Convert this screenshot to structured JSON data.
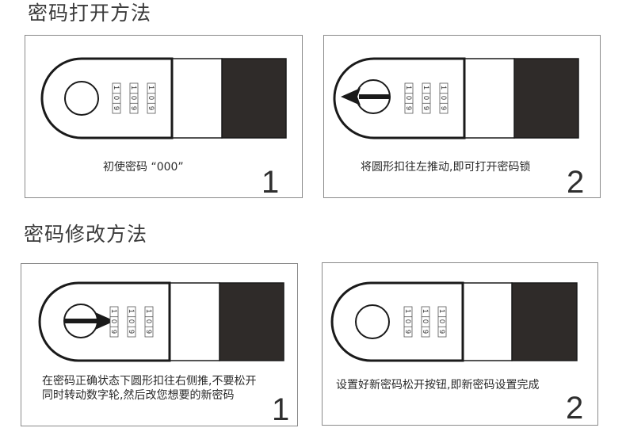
{
  "sections": [
    {
      "title": "密码打开方法",
      "panels": [
        {
          "caption": [
            "初使密码 “000”"
          ],
          "step": "1",
          "knob_arrow": "none"
        },
        {
          "caption": [
            "将圆形扣往左推动,即可打开密码锁"
          ],
          "step": "2",
          "knob_arrow": "left"
        }
      ]
    },
    {
      "title": "密码修改方法",
      "panels": [
        {
          "caption": [
            "在密码正确状态下圆形扣往右侧推,不要松开",
            "同时转动数字轮,然后改您想要的新密码"
          ],
          "step": "1",
          "knob_arrow": "right"
        },
        {
          "caption": [
            "设置好新密码松开按钮,即新密码设置完成"
          ],
          "step": "2",
          "knob_arrow": "none"
        }
      ]
    }
  ],
  "lock": {
    "wheel_digits": [
      "1",
      "0",
      "9"
    ],
    "wheel_count": 3,
    "body_color": "#ffffff",
    "outline_color": "#1a1a1a",
    "block_color": "#2f2b29"
  }
}
